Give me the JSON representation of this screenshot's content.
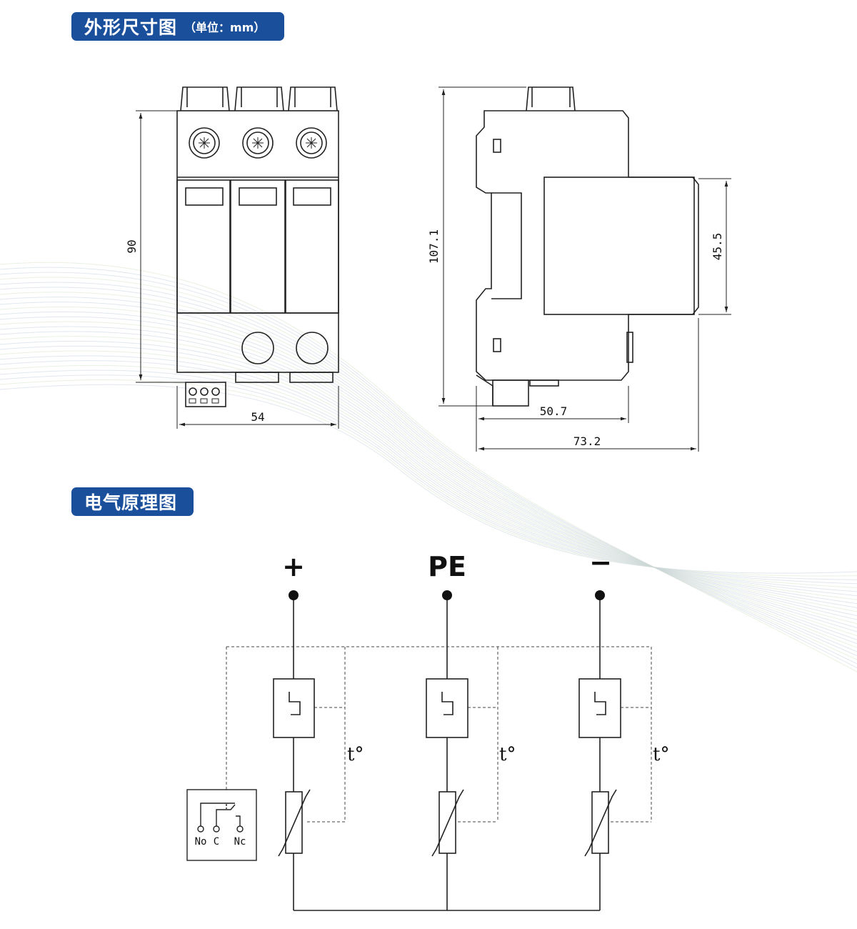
{
  "colors": {
    "badge_blue": "#1a4f9c",
    "wave": "#c9d3de",
    "ink": "#1a1a1a"
  },
  "sections": {
    "dimensions": {
      "title": "外形尺寸图",
      "unit": "（单位：mm）"
    },
    "circuit": {
      "title": "电气原理图"
    }
  },
  "dimensions": {
    "front_height": "90",
    "front_width": "54",
    "side_height": "107.1",
    "side_module_height": "45.5",
    "side_depth_inner": "50.7",
    "side_depth_total": "73.2"
  },
  "circuit": {
    "terminals": [
      "+",
      "PE",
      "−"
    ],
    "thermal_label": "t°",
    "relay_contacts": [
      "No",
      "C",
      "Nc"
    ]
  }
}
